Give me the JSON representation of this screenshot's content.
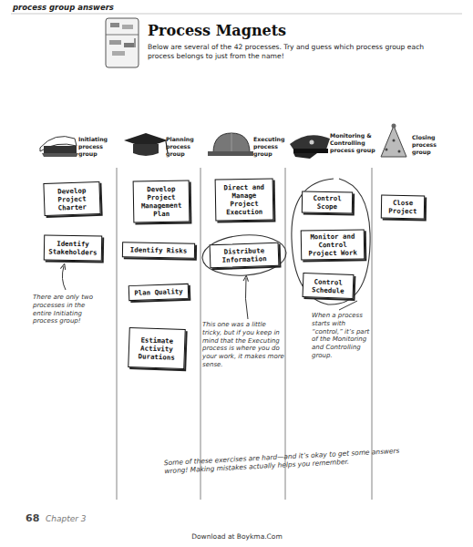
{
  "diagram": {
    "title": "Process Magnets",
    "nodes": [
      {
        "text": [
          "Develop Project Charter"
        ]
      },
      {
        "text": [
          "Identify Stakeholders"
        ]
      },
      {
        "text": [
          "Develop Project Management Plan"
        ]
      },
      {
        "text": [
          "Identify Risks"
        ]
      },
      {
        "text": [
          "Plan Quality"
        ]
      },
      {
        "text": [
          "Estimate Activity Durations"
        ]
      },
      {
        "text": [
          "Direct and Manage Project Execution"
        ]
      },
      {
        "text": [
          "Distribute Information"
        ]
      },
      {
        "text": [
          "Control Scope"
        ]
      },
      {
        "text": [
          "Monitor and Control Project Work"
        ]
      },
      {
        "text": [
          "Control Schedule"
        ]
      },
      {
        "text": [
          "Close Project"
        ]
      }
    ],
    "labels": [
      "process group answers",
      "Below are several of the 42 processes. Try and guess which process group each process belongs to just from the name!",
      "Initiating process group",
      "Planning process group",
      "Executing process group",
      "Monitoring & Controlling process group",
      "Closing process group",
      "There are only two processes in the entire Initiating process group!",
      "This one was a little tricky, but if you keep in mind that the Executing process is where you do your work, it makes more sense.",
      "When a process starts with “control,” it’s part of the Monitoring and Controlling group.",
      "Some of these exercises are hard—and it’s okay to get some answers wrong! Making mistakes actually helps you remember.",
      "68",
      "Chapter 3",
      "Download at Boykma.Com"
    ]
  }
}
